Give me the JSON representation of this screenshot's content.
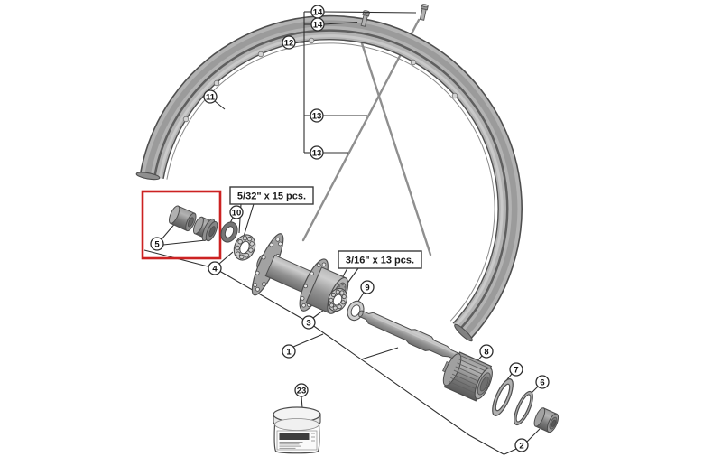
{
  "figure": {
    "kind": "exploded-parts-diagram",
    "subject": "bicycle front wheel and hub assembly",
    "background_color": "#ffffff",
    "line_color": "#2f2f2f",
    "highlight_box_color": "#cc2222"
  },
  "labels": {
    "left_spokes": "5/32\" x 15 pcs.",
    "right_spokes": "3/16\" x 13 pcs."
  },
  "callouts": [
    {
      "label": "14"
    },
    {
      "label": "14"
    },
    {
      "label": "12"
    },
    {
      "label": "13"
    },
    {
      "label": "13"
    },
    {
      "label": "11"
    },
    {
      "label": "10"
    },
    {
      "label": "5"
    },
    {
      "label": "4"
    },
    {
      "label": "3"
    },
    {
      "label": "1"
    },
    {
      "label": "9"
    },
    {
      "label": "8"
    },
    {
      "label": "7"
    },
    {
      "label": "6"
    },
    {
      "label": "2"
    },
    {
      "label": "23"
    }
  ]
}
